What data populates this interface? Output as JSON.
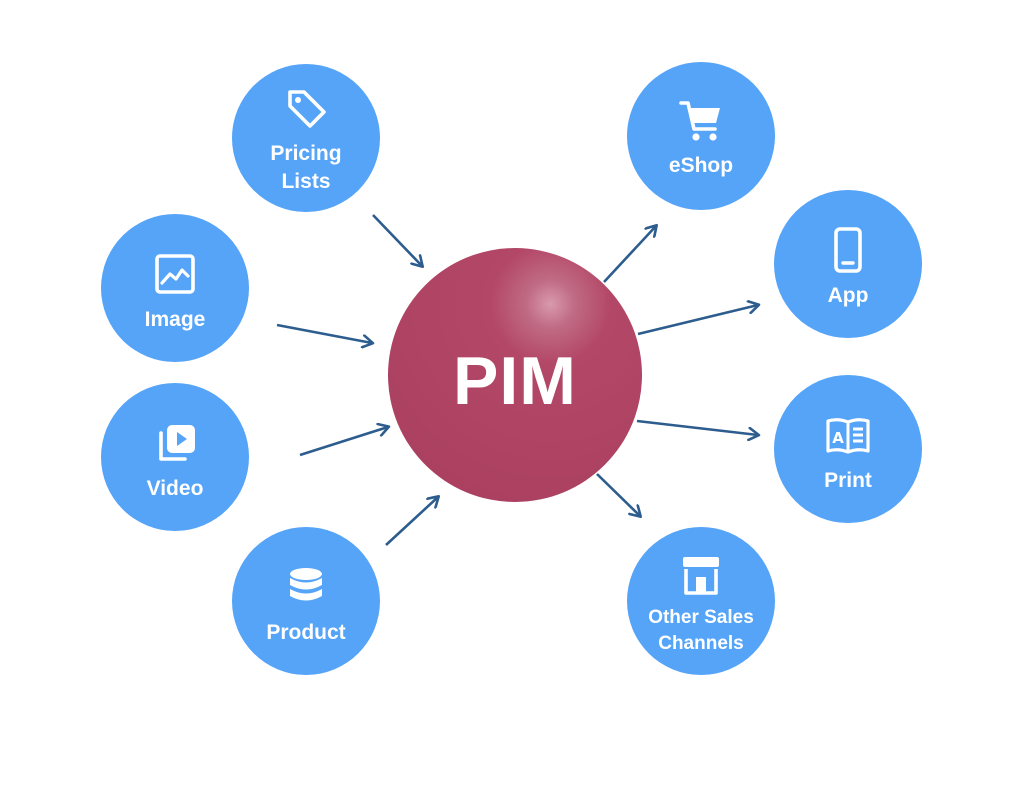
{
  "hub": {
    "label": "PIM",
    "color": "#b0456a"
  },
  "node_color": "#55a4f8",
  "arrow_color": "#2d5d8e",
  "inputs": [
    {
      "id": "pricing-lists",
      "label": "Pricing\nLists",
      "icon": "price-tag-icon"
    },
    {
      "id": "image",
      "label": "Image",
      "icon": "image-icon"
    },
    {
      "id": "video",
      "label": "Video",
      "icon": "video-icon"
    },
    {
      "id": "product",
      "label": "Product",
      "icon": "database-icon"
    }
  ],
  "outputs": [
    {
      "id": "eshop",
      "label": "eShop",
      "icon": "shopping-cart-icon"
    },
    {
      "id": "app",
      "label": "App",
      "icon": "mobile-phone-icon"
    },
    {
      "id": "print",
      "label": "Print",
      "icon": "open-book-icon"
    },
    {
      "id": "other-sales-channels",
      "label": "Other Sales\nChannels",
      "icon": "storefront-icon"
    }
  ]
}
